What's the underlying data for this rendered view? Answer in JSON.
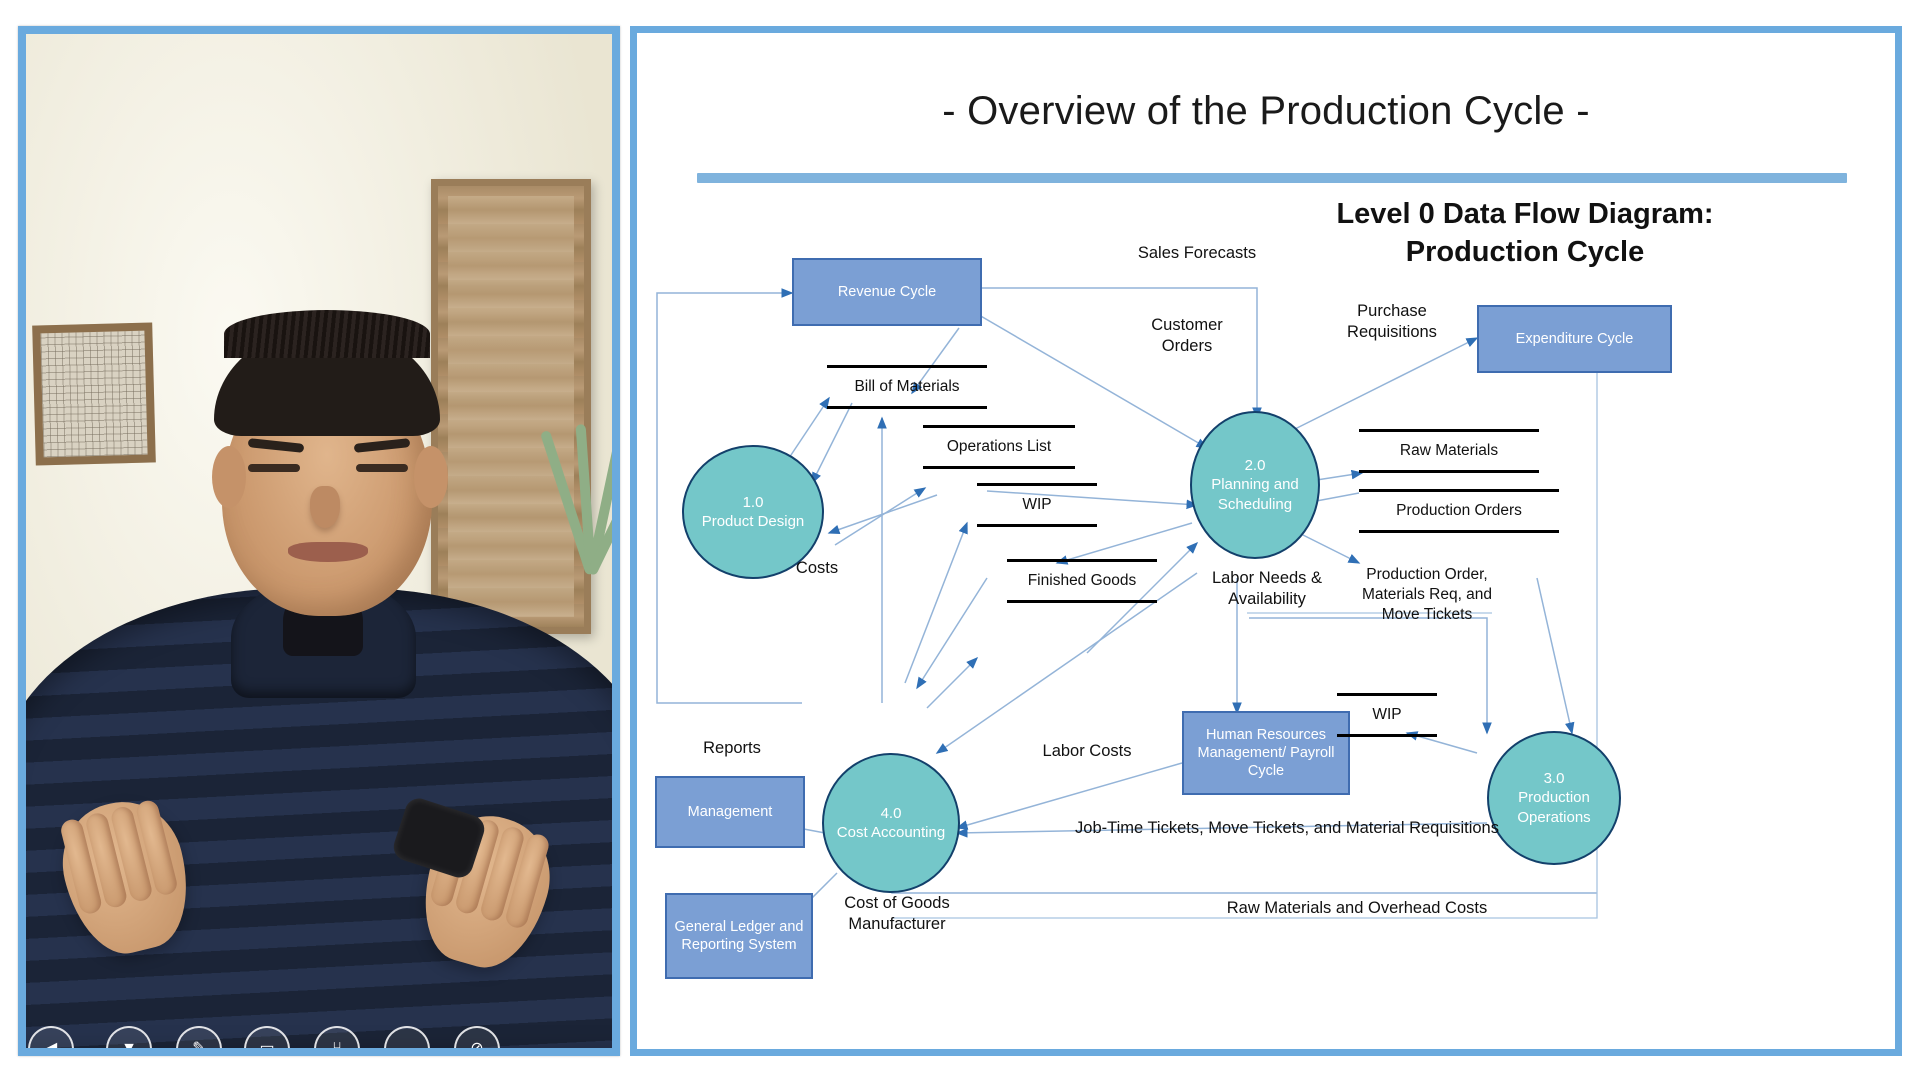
{
  "slide": {
    "title": "- Overview of the Production Cycle -",
    "heading_line1": "Level 0 Data Flow Diagram:",
    "heading_line2": "Production Cycle",
    "accent_color": "#7fb3dd",
    "process_color": "#74c7c9",
    "entity_color": "#7b9fd4"
  },
  "diagram": {
    "external_entities": [
      {
        "id": "revenue-cycle",
        "label": "Revenue Cycle"
      },
      {
        "id": "expenditure-cycle",
        "label": "Expenditure Cycle"
      },
      {
        "id": "hr-payroll",
        "label": "Human Resources\nManagement/\nPayroll Cycle"
      },
      {
        "id": "management",
        "label": "Management"
      },
      {
        "id": "general-ledger",
        "label": "General Ledger\nand Reporting\nSystem"
      }
    ],
    "processes": [
      {
        "id": "process-1",
        "number": "1.0",
        "name": "Product\nDesign"
      },
      {
        "id": "process-2",
        "number": "2.0",
        "name": "Planning\nand\nScheduling"
      },
      {
        "id": "process-3",
        "number": "3.0",
        "name": "Production\nOperations"
      },
      {
        "id": "process-4",
        "number": "4.0",
        "name": "Cost\nAccounting"
      }
    ],
    "data_stores": [
      {
        "id": "store-bom",
        "label": "Bill of Materials"
      },
      {
        "id": "store-operations-list",
        "label": "Operations List"
      },
      {
        "id": "store-wip-left",
        "label": "WIP"
      },
      {
        "id": "store-finished-goods",
        "label": "Finished Goods"
      },
      {
        "id": "store-raw-materials",
        "label": "Raw Materials"
      },
      {
        "id": "store-production-orders",
        "label": "Production Orders"
      },
      {
        "id": "store-wip-right",
        "label": "WIP"
      }
    ],
    "flow_labels": [
      {
        "id": "label-sales-forecasts",
        "text": "Sales Forecasts"
      },
      {
        "id": "label-customer-orders",
        "text": "Customer\nOrders"
      },
      {
        "id": "label-purchase-requisitions",
        "text": "Purchase\nRequisitions"
      },
      {
        "id": "label-costs",
        "text": "Costs"
      },
      {
        "id": "label-labor-needs",
        "text": "Labor Needs &\nAvailability"
      },
      {
        "id": "label-production-order-materials",
        "text": "Production Order,\nMaterials Req, and\nMove Tickets"
      },
      {
        "id": "label-labor-costs",
        "text": "Labor Costs"
      },
      {
        "id": "label-reports",
        "text": "Reports"
      },
      {
        "id": "label-job-time-tickets",
        "text": "Job-Time Tickets, Move Tickets, and Material Requisitions"
      },
      {
        "id": "label-cost-of-goods",
        "text": "Cost of Goods\nManufacturer"
      },
      {
        "id": "label-raw-materials-overhead",
        "text": "Raw Materials and Overhead Costs"
      }
    ]
  },
  "toolbar": {
    "buttons": [
      {
        "id": "back-button",
        "icon": "◀"
      },
      {
        "id": "play-button",
        "icon": "▼"
      },
      {
        "id": "pen-button",
        "icon": "✎"
      },
      {
        "id": "screen-button",
        "icon": "▭"
      },
      {
        "id": "pointer-button",
        "icon": "⑂"
      },
      {
        "id": "blank-button",
        "icon": ""
      },
      {
        "id": "options-button",
        "icon": "⊘"
      }
    ]
  }
}
